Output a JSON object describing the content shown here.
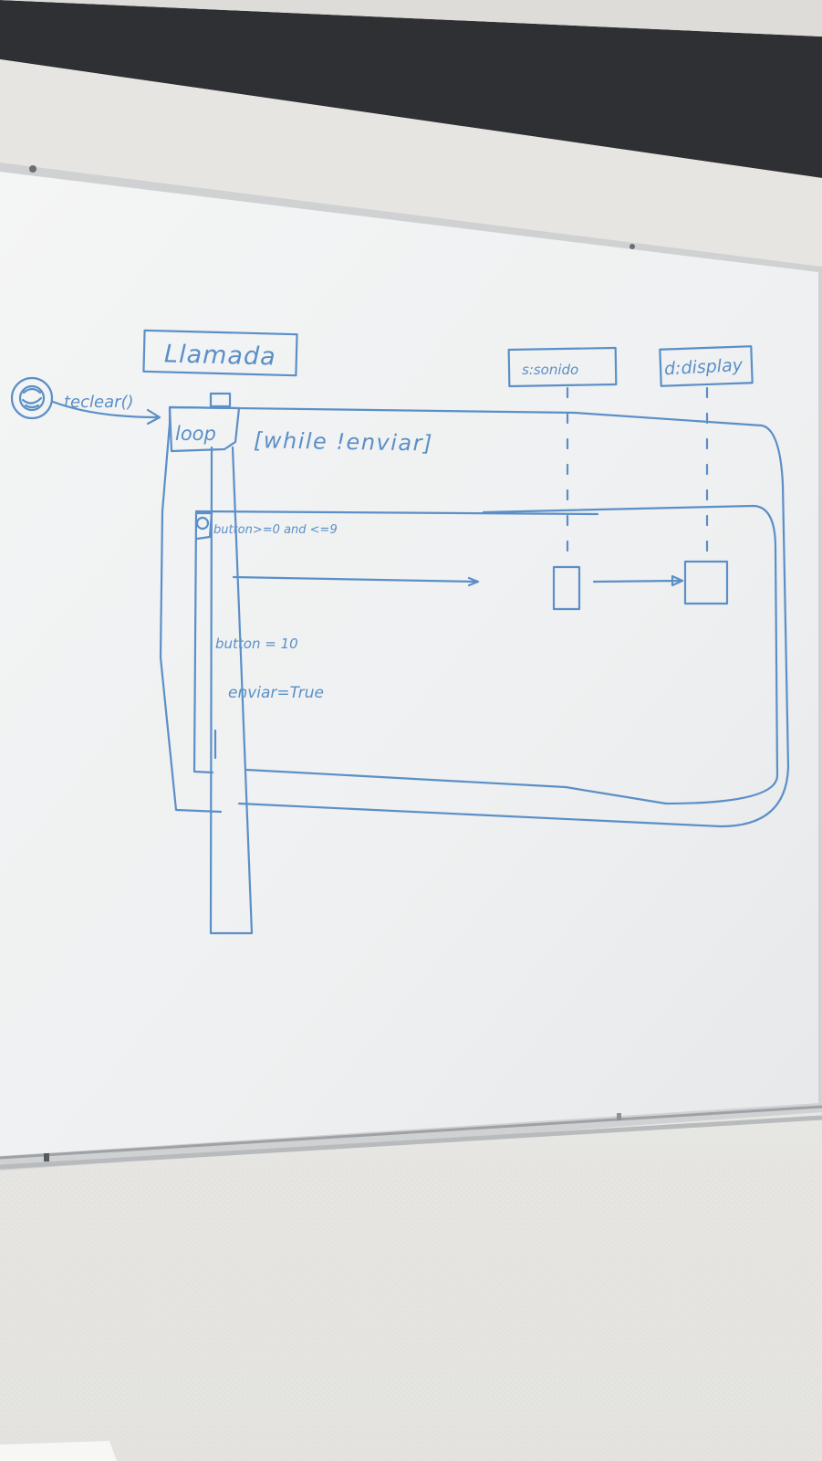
{
  "diagram": {
    "lifelines": {
      "llamada": "Llamada",
      "sonido": "s:sonido",
      "display": "d:display"
    },
    "actor_message": "teclear()",
    "loop_fragment": {
      "operator": "loop",
      "guard": "[while !enviar]"
    },
    "alt_fragment": {
      "condition_1": "button>=0 and <=9",
      "condition_2": "button = 10",
      "action": "enviar=True"
    }
  },
  "colors": {
    "ink": "#5b8fc7",
    "board": "#f2f3f3",
    "wall": "#e9e8e4",
    "frame": "#2e3033"
  }
}
